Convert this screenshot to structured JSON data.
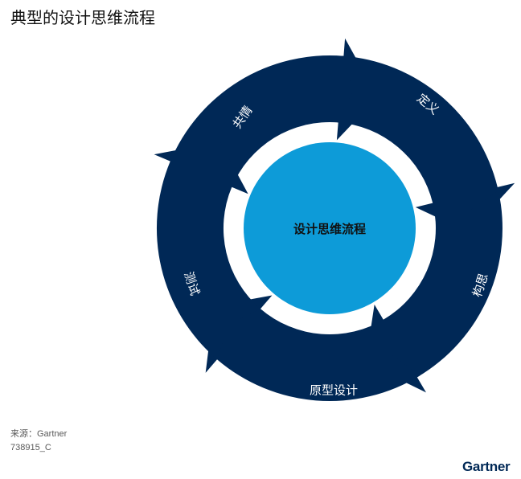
{
  "title": "典型的设计思维流程",
  "center": {
    "label": "设计思维流程",
    "color": "#0d9bd8"
  },
  "cycle": {
    "color": "#002856",
    "stages": [
      {
        "id": "empathize",
        "label": "共情"
      },
      {
        "id": "define",
        "label": "定义"
      },
      {
        "id": "ideate",
        "label": "构思"
      },
      {
        "id": "prototype",
        "label": "原型设计"
      },
      {
        "id": "test",
        "label": "测试"
      }
    ]
  },
  "footer": {
    "source": "来源：Gartner",
    "code": "738915_C",
    "logo": "Gartner"
  }
}
